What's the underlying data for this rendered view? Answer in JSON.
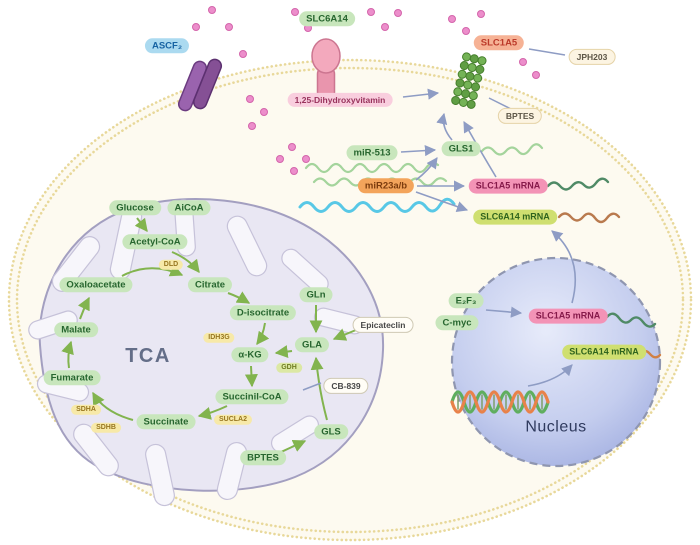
{
  "membrane": {
    "ascf2": "ASCF₂",
    "slc6a14": "SLC6A14",
    "vitamin": "1,25-Dihydroxyvitamin",
    "slc1a5": "SLC1A5",
    "jph203": "JPH203",
    "bptes": "BPTES"
  },
  "rna": {
    "mir513": "miR-513",
    "gls1": "GLS1",
    "mir23ab": "miR23a/b",
    "slc1a5_mrna": "SLC1A5 mRNA",
    "slc6a14_mrna": "SLC6A14 mRNA"
  },
  "tca": {
    "title": "TCA",
    "glucose": "Glucose",
    "aicoa": "AiCoA",
    "acetyl_coa": "Acetyl-CoA",
    "dld": "DLD",
    "oxaloacetate": "Oxaloacetate",
    "citrate": "Citrate",
    "malate": "Malate",
    "d_isocitrate": "D-isocitrate",
    "idh3g": "IDH3G",
    "fumarate": "Fumarate",
    "akg": "α-KG",
    "succinate": "Succinate",
    "succinil_coa": "Succinil-CoA",
    "sucla2": "SUCLA2",
    "sdha": "SDHA",
    "sdhb": "SDHB",
    "gln": "GLn",
    "gla": "GLA",
    "gdh": "GDH",
    "gls": "GLS",
    "bptes": "BPTES",
    "epicateclin": "Epicateclin",
    "cb839": "CB-839"
  },
  "nucleus": {
    "title": "Nucleus",
    "e2f3": "E₂F₃",
    "cmyc": "C-myc",
    "slc1a5_mrna": "SLC1A5 mRNA",
    "slc6a14_mrna": "SLC6A14 mRNA"
  },
  "icons": {
    "purple_transporter": "capsule-pair",
    "pink_transporter": "mushroom-transporter",
    "bead_transporter": "bead-cluster",
    "dna": "double-helix",
    "molecules": "pink-dots",
    "cell_membrane": "dotted-double-ellipse"
  },
  "colors": {
    "membrane": "#e8d89a",
    "cell_fill": "#fdfaf0",
    "green_box": "#c8e6bc",
    "arrow_green": "#82b44e",
    "arrow_gray": "#8e9cc4",
    "nucleus_rim": "#9ca9de",
    "pink_dot": "#ec8ecb"
  }
}
